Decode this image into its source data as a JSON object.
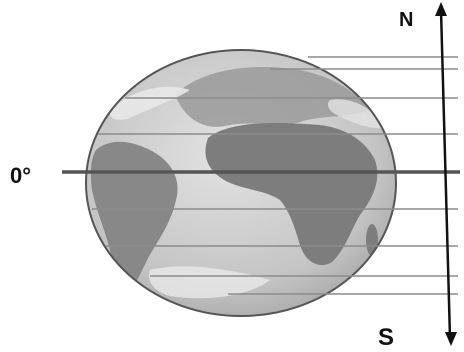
{
  "diagram": {
    "equator_label": "0°",
    "north_label": "N",
    "south_label": "S",
    "earth_icon": "earth-globe-icon",
    "colors": {
      "ocean": "#c9c9c9",
      "land": "#8a8a8a",
      "outline": "#555555",
      "lines": "#8c8c8c",
      "equator": "#555555",
      "axis": "#111111"
    }
  }
}
